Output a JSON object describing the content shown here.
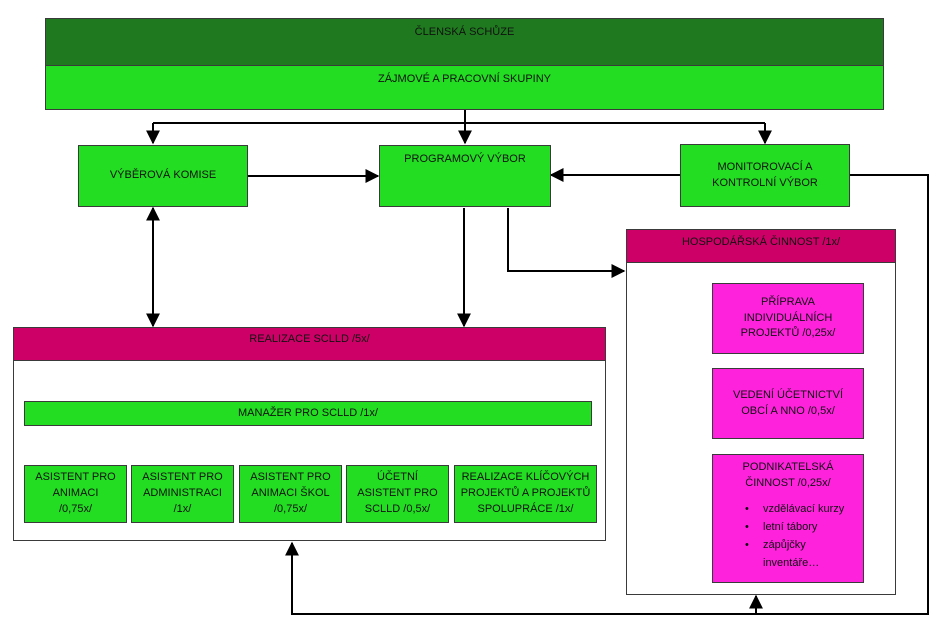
{
  "clenska": "ČLENSKÁ SCHŮZE",
  "zajmove": "ZÁJMOVÉ A PRACOVNÍ SKUPINY",
  "vyberova": "VÝBĚROVÁ KOMISE",
  "programovy": "PROGRAMOVÝ VÝBOR",
  "monitorovaci": [
    "MONITOROVACÍ A",
    "KONTROLNÍ VÝBOR"
  ],
  "realizace": "REALIZACE SCLLD /5x/",
  "manazer": "MANAŽER PRO SCLLD /1x/",
  "assistants": [
    {
      "lines": [
        "ASISTENT PRO",
        "ANIMACI",
        "/0,75x/"
      ]
    },
    {
      "lines": [
        "ASISTENT PRO",
        "ADMINISTRACI",
        "/1x/"
      ]
    },
    {
      "lines": [
        "ASISTENT PRO",
        "ANIMACI ŠKOL",
        "/0,75x/"
      ]
    },
    {
      "lines": [
        "ÚČETNÍ",
        "ASISTENT PRO",
        "SCLLD /0,5x/"
      ]
    },
    {
      "lines": [
        "REALIZACE KLÍČOVÝCH",
        "PROJEKTŮ A PROJEKTŮ",
        "SPOLUPRÁCE /1x/"
      ]
    }
  ],
  "hospodarska": "HOSPODÁŘSKÁ ČINNOST /1x/",
  "priprava": [
    "PŘÍPRAVA",
    "INDIVIDUÁLNÍCH",
    "PROJEKTŮ /0,25x/"
  ],
  "vedeni": [
    "VEDENÍ ÚČETNICTVÍ",
    "OBCÍ A NNO /0,5x/"
  ],
  "podnikatelska": [
    "PODNIKATELSKÁ",
    "ČINNOST /0,25x/"
  ],
  "podnikatelska_items": [
    "vzdělávací kurzy",
    "letní tábory",
    "zápůjčky inventáře…"
  ],
  "colors": {
    "dark_green": "#1f7a1f",
    "green": "#22dd22",
    "magenta": "#cc0066",
    "pink": "#ff22dd"
  }
}
